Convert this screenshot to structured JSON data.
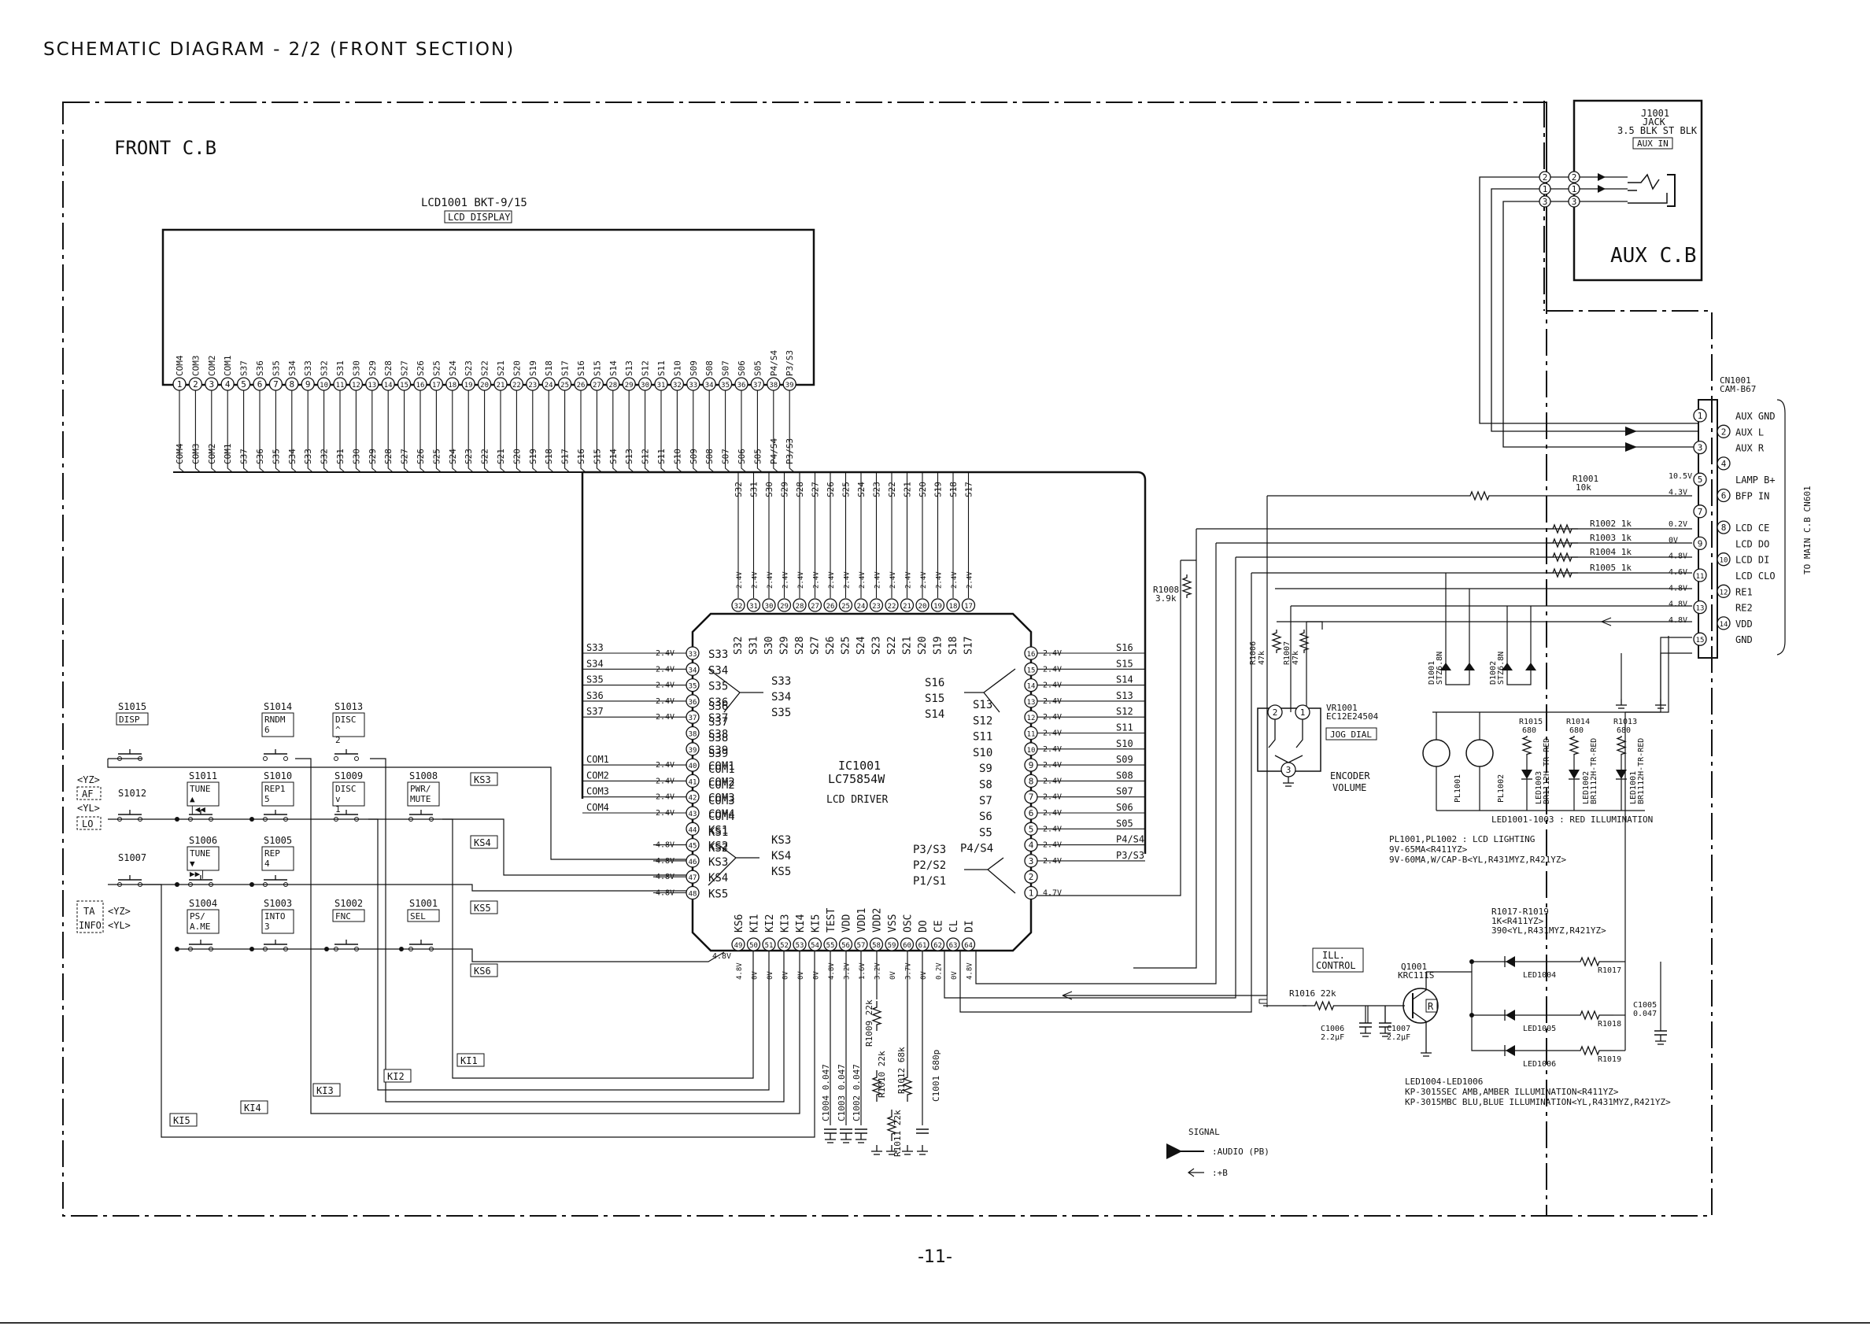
{
  "page": {
    "title": "SCHEMATIC DIAGRAM - 2/2 (FRONT SECTION)",
    "number": "-11-"
  },
  "boards": {
    "front": "FRONT C.B",
    "aux": "AUX C.B"
  },
  "lcd": {
    "ref": "LCD1001 BKT-9/15",
    "label": "LCD DISPLAY",
    "pins": [
      "COM4",
      "COM3",
      "COM2",
      "COM1",
      "S37",
      "S36",
      "S35",
      "S34",
      "S33",
      "S32",
      "S31",
      "S30",
      "S29",
      "S28",
      "S27",
      "S26",
      "S25",
      "S24",
      "S23",
      "S22",
      "S21",
      "S20",
      "S19",
      "S18",
      "S17",
      "S16",
      "S15",
      "S14",
      "S13",
      "S12",
      "S11",
      "S10",
      "S09",
      "S08",
      "S07",
      "S06",
      "S05",
      "P4/S4",
      "P3/S3"
    ]
  },
  "ic": {
    "ref": "IC1001",
    "part": "LC75854W",
    "desc": "LCD DRIVER",
    "top_pins": [
      {
        "n": "32",
        "name": "S32"
      },
      {
        "n": "31",
        "name": "S31"
      },
      {
        "n": "30",
        "name": "S30"
      },
      {
        "n": "29",
        "name": "S29"
      },
      {
        "n": "28",
        "name": "S28"
      },
      {
        "n": "27",
        "name": "S27"
      },
      {
        "n": "26",
        "name": "S26"
      },
      {
        "n": "25",
        "name": "S25"
      },
      {
        "n": "24",
        "name": "S24"
      },
      {
        "n": "23",
        "name": "S23"
      },
      {
        "n": "22",
        "name": "S22"
      },
      {
        "n": "21",
        "name": "S21"
      },
      {
        "n": "20",
        "name": "S20"
      },
      {
        "n": "19",
        "name": "S19"
      },
      {
        "n": "18",
        "name": "S18"
      },
      {
        "n": "17",
        "name": "S17"
      }
    ],
    "top_voltage": "2.4V",
    "left_pins": [
      {
        "n": "33",
        "name": "S33",
        "v": "2.4V"
      },
      {
        "n": "34",
        "name": "S34",
        "v": "2.4V"
      },
      {
        "n": "35",
        "name": "S35",
        "v": "2.4V"
      },
      {
        "n": "36",
        "name": "S36",
        "v": "2.4V"
      },
      {
        "n": "37",
        "name": "S37",
        "v": "2.4V"
      },
      {
        "n": "38",
        "name": "S38",
        "v": ""
      },
      {
        "n": "39",
        "name": "S39",
        "v": ""
      },
      {
        "n": "40",
        "name": "COM1",
        "v": "2.4V"
      },
      {
        "n": "41",
        "name": "COM2",
        "v": "2.4V"
      },
      {
        "n": "42",
        "name": "COM3",
        "v": "2.4V"
      },
      {
        "n": "43",
        "name": "COM4",
        "v": "2.4V"
      },
      {
        "n": "44",
        "name": "KS1",
        "v": ""
      },
      {
        "n": "45",
        "name": "KS2",
        "v": "4.8V"
      },
      {
        "n": "46",
        "name": "KS3",
        "v": "4.8V"
      },
      {
        "n": "47",
        "name": "KS4",
        "v": "4.8V"
      },
      {
        "n": "48",
        "name": "KS5",
        "v": "4.8V"
      }
    ],
    "right_pins": [
      {
        "n": "16",
        "name": "S16",
        "v": "2.4V"
      },
      {
        "n": "15",
        "name": "S15",
        "v": "2.4V"
      },
      {
        "n": "14",
        "name": "S14",
        "v": "2.4V"
      },
      {
        "n": "13",
        "name": "S13",
        "v": "2.4V"
      },
      {
        "n": "12",
        "name": "S12",
        "v": "2.4V"
      },
      {
        "n": "11",
        "name": "S11",
        "v": "2.4V"
      },
      {
        "n": "10",
        "name": "S10",
        "v": "2.4V"
      },
      {
        "n": "9",
        "name": "S09",
        "v": "2.4V"
      },
      {
        "n": "8",
        "name": "S08",
        "v": "2.4V"
      },
      {
        "n": "7",
        "name": "S07",
        "v": "2.4V"
      },
      {
        "n": "6",
        "name": "S06",
        "v": "2.4V"
      },
      {
        "n": "5",
        "name": "S05",
        "v": "2.4V"
      },
      {
        "n": "4",
        "name": "P4/S4",
        "v": "2.4V"
      },
      {
        "n": "3",
        "name": "P3/S3",
        "v": "2.4V"
      },
      {
        "n": "2",
        "name": "",
        "v": ""
      },
      {
        "n": "1",
        "name": "",
        "v": "4.7V"
      }
    ],
    "bottom_pins": [
      {
        "n": "49",
        "name": "KS6",
        "v": "4.8V"
      },
      {
        "n": "50",
        "name": "KI1",
        "v": "0V"
      },
      {
        "n": "51",
        "name": "KI2",
        "v": "0V"
      },
      {
        "n": "52",
        "name": "KI3",
        "v": "0V"
      },
      {
        "n": "53",
        "name": "KI4",
        "v": "0V"
      },
      {
        "n": "54",
        "name": "KI5",
        "v": "0V"
      },
      {
        "n": "55",
        "name": "TEST",
        "v": "4.8V"
      },
      {
        "n": "56",
        "name": "VDD",
        "v": "3.2V"
      },
      {
        "n": "57",
        "name": "VDD1",
        "v": "1.6V"
      },
      {
        "n": "58",
        "name": "VDD2",
        "v": "3.2V"
      },
      {
        "n": "59",
        "name": "VSS",
        "v": "0V"
      },
      {
        "n": "60",
        "name": "OSC",
        "v": "3.7V"
      },
      {
        "n": "61",
        "name": "DO",
        "v": "0V"
      },
      {
        "n": "62",
        "name": "CE",
        "v": "0.2V"
      },
      {
        "n": "63",
        "name": "CL",
        "v": "0V"
      },
      {
        "n": "64",
        "name": "DI",
        "v": "4.8V"
      }
    ],
    "inner_groups": [
      {
        "id": "left-top",
        "labels": [
          "S33",
          "S34",
          "S35"
        ]
      },
      {
        "id": "left-bottom",
        "labels": [
          "KS3",
          "KS4",
          "KS5"
        ]
      },
      {
        "id": "right-top",
        "labels": [
          "S16",
          "S15",
          "S14"
        ]
      },
      {
        "id": "right-mid",
        "labels": [
          "S13",
          "S12",
          "S11",
          "S10",
          "S9",
          "S8",
          "S7",
          "S6",
          "S5",
          "P4/S4"
        ]
      },
      {
        "id": "right-bottom",
        "labels": [
          "P3/S3",
          "P2/S2",
          "P1/S1"
        ]
      }
    ]
  },
  "switches": [
    {
      "ref": "S1015",
      "label": "DISP"
    },
    {
      "ref": "S1014",
      "label": "RNDM 6"
    },
    {
      "ref": "S1013",
      "label": "DISC ^ 2"
    },
    {
      "ref": "S1012",
      "label": ""
    },
    {
      "ref": "S1011",
      "label": "TUNE ▲ |◀◀"
    },
    {
      "ref": "S1010",
      "label": "REP1 5"
    },
    {
      "ref": "S1009",
      "label": "DISC v 1"
    },
    {
      "ref": "S1008",
      "label": "PWR/ MUTE"
    },
    {
      "ref": "S1007",
      "label": ""
    },
    {
      "ref": "S1006",
      "label": "TUNE ▼ ▶▶|"
    },
    {
      "ref": "S1005",
      "label": "REP 4"
    },
    {
      "ref": "S1004",
      "label": "PS/ A.ME"
    },
    {
      "ref": "S1003",
      "label": "INTO 3"
    },
    {
      "ref": "S1002",
      "label": "FNC"
    },
    {
      "ref": "S1001",
      "label": "SEL"
    }
  ],
  "side_labels": {
    "yz1": "<YZ>",
    "af": "AF",
    "yl1": "<YL>",
    "lo": "LO",
    "ta": "TA",
    "yz2": "<YZ>",
    "info": "INFO",
    "yl2": "<YL>"
  },
  "bus_labels": {
    "ks3": "KS3",
    "ks4": "KS4",
    "ks5": "KS5",
    "ks6": "KS6",
    "ki1": "KI1",
    "ki2": "KI2",
    "ki3": "KI3",
    "ki4": "KI4",
    "ki5": "KI5"
  },
  "bottom_parts": {
    "c1004": "C1004 0.047",
    "c1003": "C1003 0.047",
    "c1002": "C1002 0.047",
    "r1009": "R1009 22k",
    "r1010": "R1010 22k",
    "r1011": "R1011 22k",
    "r1012": "R1012 68k",
    "c1001": "C1001 680p",
    "v48": "4.8V"
  },
  "aux": {
    "jack_ref": "J1001",
    "jack_type": "JACK",
    "jack_part": "3.5 BLK ST BLK",
    "jack_label": "AUX IN",
    "pins": [
      "2",
      "1",
      "3"
    ]
  },
  "connector": {
    "ref": "CN1001",
    "part": "CAM-B67",
    "to": "TO MAIN C.B CN601",
    "pins": [
      {
        "n": "1",
        "name": "AUX GND",
        "v": ""
      },
      {
        "n": "2",
        "name": "AUX L",
        "v": ""
      },
      {
        "n": "3",
        "name": "AUX R",
        "v": ""
      },
      {
        "n": "4",
        "name": "",
        "v": ""
      },
      {
        "n": "5",
        "name": "LAMP B+",
        "v": "10.5V"
      },
      {
        "n": "6",
        "name": "BFP IN",
        "v": "4.3V"
      },
      {
        "n": "7",
        "name": "",
        "v": ""
      },
      {
        "n": "8",
        "name": "LCD CE",
        "v": "0.2V"
      },
      {
        "n": "9",
        "name": "LCD DO",
        "v": "0V"
      },
      {
        "n": "10",
        "name": "LCD DI",
        "v": "4.8V"
      },
      {
        "n": "11",
        "name": "LCD CLO",
        "v": "4.6V"
      },
      {
        "n": "12",
        "name": "RE1",
        "v": "4.8V"
      },
      {
        "n": "13",
        "name": "RE2",
        "v": "4.8V"
      },
      {
        "n": "14",
        "name": "VDD",
        "v": "4.8V"
      },
      {
        "n": "15",
        "name": "GND",
        "v": ""
      }
    ]
  },
  "resistors": {
    "r1001": "R1001",
    "r1001v": "10k",
    "r1002": "R1002 1k",
    "r1003": "R1003 1k",
    "r1004": "R1004 1k",
    "r1005": "R1005 1k",
    "r1008": "R1008",
    "r1008v": "3.9k",
    "r1006": "R1006",
    "r1006v": "47k",
    "r1007": "R1007",
    "r1007v": "47k"
  },
  "encoder": {
    "ref": "VR1001",
    "part": "EC12E24504",
    "label": "JOG DIAL",
    "desc1": "ENCODER",
    "desc2": "VOLUME",
    "p1": "1",
    "p2": "2",
    "p3": "3"
  },
  "diodes": {
    "d1001": "D1001",
    "d1001p": "STZ6.8N",
    "d1002": "D1002",
    "d1002p": "STZ6.8N"
  },
  "lamps": {
    "pl1001": "PL1001",
    "pl1002": "PL1002",
    "r1015": "R1015",
    "r1015v": "680",
    "r1014": "R1014",
    "r1014v": "680",
    "r1013": "R1013",
    "r1013v": "680",
    "led1003": "LED1003",
    "led1003p": "BR1112H-TR-RED",
    "led1002": "LED1002",
    "led1002p": "BR1112H-TR-RED",
    "led1001": "LED1001",
    "led1001p": "BR1112H-TR-RED",
    "red_note": "LED1001-1003 : RED ILLUMINATION",
    "lighting1": "PL1001,PL1002 : LCD LIGHTING",
    "lighting2": "9V-65MA<R411YZ>",
    "lighting3": "9V-60MA,W/CAP-B<YL,R431MYZ,R421YZ>"
  },
  "ill": {
    "label1": "ILL.",
    "label2": "CONTROL",
    "q": "Q1001",
    "qp": "KRC111S",
    "r1016": "R1016 22k",
    "c1006": "C1006",
    "c1006v": "2.2µF",
    "c1007": "C1007",
    "c1007v": "2.2µF",
    "rnote1": "R1017-R1019",
    "rnote2": "1K<R411YZ>",
    "rnote3": "390<YL,R431MYZ,R421YZ>",
    "led1004": "LED1004",
    "led1005": "LED1005",
    "led1006": "LED1006",
    "r1017": "R1017",
    "r1018": "R1018",
    "r1019": "R1019",
    "c1005": "C1005",
    "c1005v": "0.047",
    "note1": "LED1004-LED1006",
    "note2": "KP-3015SEC AMB,AMBER ILLUMINATION<R411YZ>",
    "note3": "KP-3015MBC BLU,BLUE ILLUMINATION<YL,R431MYZ,R421YZ>"
  },
  "legend": {
    "title": "SIGNAL",
    "audio": ":AUDIO (PB)",
    "b": ":+B"
  }
}
